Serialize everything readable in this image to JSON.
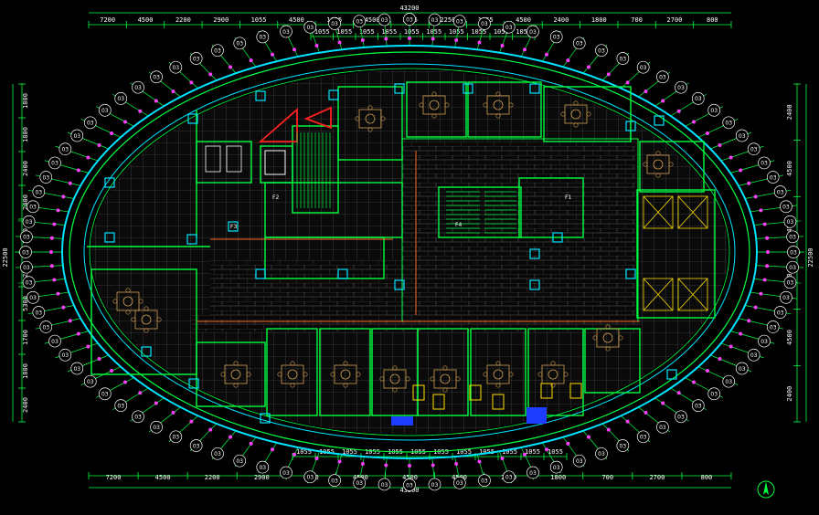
{
  "drawing": {
    "total_width_label": "43200",
    "top_dims": [
      "7200",
      "4500",
      "2200",
      "2900",
      "1055",
      "4500",
      "1055",
      "4500",
      "1055",
      "2250",
      "1055",
      "4500",
      "2400",
      "1800",
      "700",
      "2700",
      "800"
    ],
    "top_dims_inner": [
      "1055",
      "1055",
      "1055",
      "1055",
      "1055",
      "1055",
      "1055",
      "1055",
      "1055",
      "1055"
    ],
    "bottom_dims": [
      "7200",
      "4500",
      "2200",
      "2900",
      "4500",
      "4500",
      "4500",
      "4500",
      "2400",
      "1800",
      "700",
      "2700",
      "800"
    ],
    "bottom_dims_inner": [
      "1055",
      "1055",
      "1055",
      "1055",
      "1055",
      "1055",
      "1055",
      "1055",
      "1055",
      "1055",
      "1055",
      "1055"
    ],
    "left_dims": [
      "1800",
      "1800",
      "2400",
      "2400",
      "2250",
      "2100",
      "5300",
      "1700",
      "1800",
      "2400"
    ],
    "right_dims": [
      "2400",
      "4500",
      "4500",
      "2100",
      "4500",
      "2400"
    ],
    "left_total": "22500",
    "right_total": "22500",
    "bubble_label": "03",
    "room_labels": [
      "F1",
      "F2",
      "F3",
      "F4"
    ],
    "colors": {
      "background": "#000000",
      "wall": "#00ff40",
      "outer_ring": "#00e5ff",
      "floor_grid": "#5a5a5a",
      "furniture": "#d2a050",
      "dim_line": "#00ff40",
      "accent_red": "#ff2020",
      "accent_blue": "#1e3cff",
      "accent_yellow": "#ffe000",
      "magenta_mark": "#ff40ff"
    },
    "north_icon": "north-arrow-icon"
  }
}
